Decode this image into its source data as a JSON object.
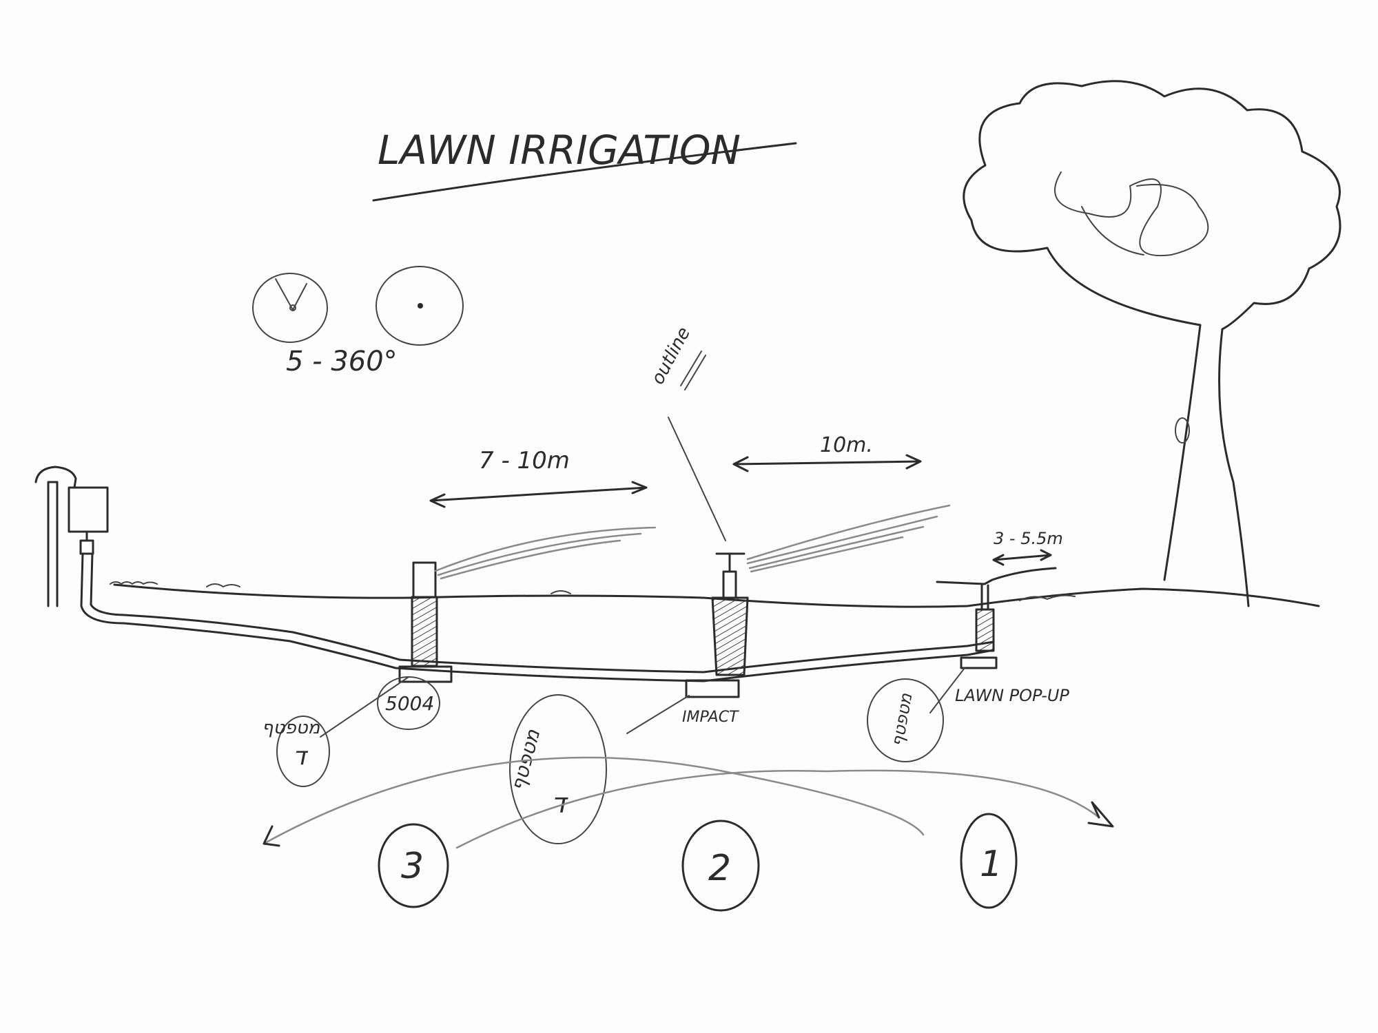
{
  "title": "LAWN IRRIGATION",
  "coverage_note": "5 - 360°",
  "outline_label": "outline",
  "dimensions": {
    "spacing_5004": "7 - 10m",
    "spacing_impact": "10m.",
    "spacing_popup": "3 - 5.5m"
  },
  "sprinklers": {
    "s1": "5004",
    "s2": "IMPACT",
    "s3": "LAWN POP-UP"
  },
  "drip_labels": {
    "left_text": "מטפטף",
    "left_circle": "ד",
    "center_text": "מטפטף",
    "center_circle": "ד",
    "right_text": "מטפטף"
  },
  "zones": [
    "3",
    "2",
    "1"
  ],
  "colors": {
    "ink": "#2b2b2b",
    "paper": "#fdfdfd"
  }
}
